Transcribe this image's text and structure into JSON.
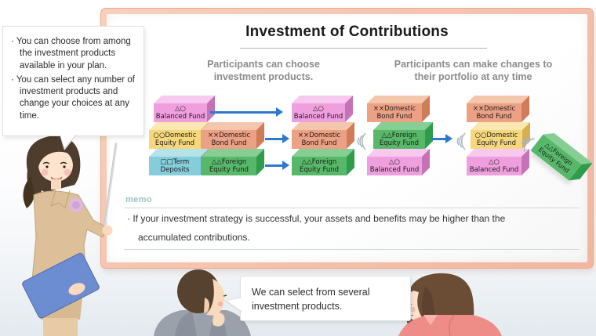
{
  "palette": {
    "frame": "#f2b69e",
    "arrow": "#2e79d0",
    "memo_accent": "#9cc4be",
    "block_pink": "#ef9ede",
    "block_yellow": "#f6d77c",
    "block_salmon": "#eca084",
    "block_cyan": "#85cdda",
    "block_green": "#57b869"
  },
  "intro_bubble": {
    "bullet1": "· You can choose from among the investment products available in your plan.",
    "bullet2": "· You can select any number of investment  products and change your choices at any time."
  },
  "board": {
    "title": "Investment of Contributions",
    "left_section": {
      "heading_line1": "Participants can choose",
      "heading_line2": "investment products.",
      "available_products": [
        {
          "line1": "△○",
          "line2": "Balanced Fund",
          "color": "pink"
        },
        {
          "line1": "○○Domestic",
          "line2": "Equity Fund",
          "color": "yellow"
        },
        {
          "line1": "××Domestic",
          "line2": "Bond Fund",
          "color": "salmon"
        },
        {
          "line1": "□□Term",
          "line2": "Deposits",
          "color": "cyan"
        },
        {
          "line1": "△△Foreign",
          "line2": "Equity Fund",
          "color": "green"
        }
      ],
      "selected_products": [
        {
          "line1": "△○",
          "line2": "Balanced Fund",
          "color": "pink"
        },
        {
          "line1": "××Domestic",
          "line2": "Bond Fund",
          "color": "salmon"
        },
        {
          "line1": "△△Foreign",
          "line2": "Equity Fund",
          "color": "green"
        }
      ]
    },
    "right_section": {
      "heading_line1": "Participants can make changes to",
      "heading_line2": "their portfolio at any time",
      "before_stack": [
        {
          "line1": "××Domestic",
          "line2": "Bond Fund",
          "color": "salmon"
        },
        {
          "line1": "△△Foreign",
          "line2": "Equity Fund",
          "color": "green"
        },
        {
          "line1": "△○",
          "line2": "Balanced Fund",
          "color": "pink"
        }
      ],
      "after_stack": [
        {
          "line1": "××Domestic",
          "line2": "Bond Fund",
          "color": "salmon"
        },
        {
          "line1": "○○Domestic",
          "line2": "Equity Fund",
          "color": "yellow"
        },
        {
          "line1": "△○",
          "line2": "Balanced Fund",
          "color": "pink"
        }
      ],
      "removed_block": {
        "line1": "△△Foreign",
        "line2": "Equity Fund",
        "color": "green"
      }
    },
    "memo": {
      "label": "memo",
      "line1": "· If your investment strategy is successful, your assets and benefits may be higher than the",
      "line2": "accumulated contributions."
    }
  },
  "dialogue_bubble": {
    "text": "We can select from several investment products."
  }
}
